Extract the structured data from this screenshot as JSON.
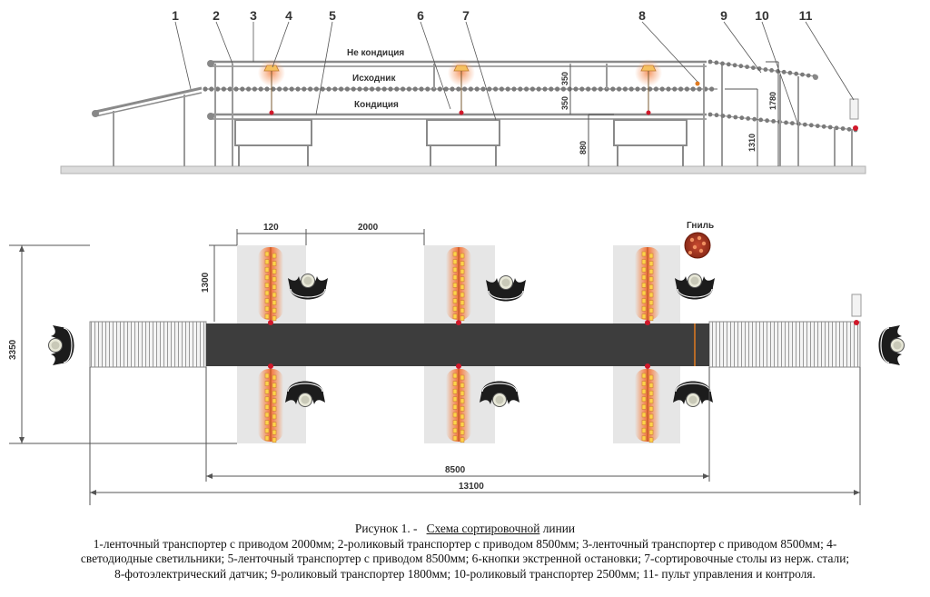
{
  "colors": {
    "line": "#8a8a8a",
    "dim": "#555555",
    "roller": "#7a7a7a",
    "belt": "#3d3d3d",
    "table": "#e6e6e6",
    "glow": "#f58a50",
    "led": "#ffd24a",
    "button": "#d0182a",
    "worker": "#1c1c1c"
  },
  "callouts": [
    "1",
    "2",
    "3",
    "4",
    "5",
    "6",
    "7",
    "8",
    "9",
    "10",
    "11"
  ],
  "side_view": {
    "label_top": "Не кондиция",
    "label_mid": "Исходник",
    "label_bottom": "Кондиция",
    "dim_350_a": "350",
    "dim_350_b": "350",
    "dim_1780": "1780",
    "dim_1310": "1310",
    "dim_880": "880"
  },
  "plan_view": {
    "dim_120": "120",
    "dim_2000": "2000",
    "dim_1300": "1300",
    "dim_3350": "3350",
    "dim_8500": "8500",
    "dim_13100": "13100",
    "rot_label": "Гниль"
  },
  "caption": {
    "prefix": "Рисунок 1. -",
    "title_underlined": "Схема сортировочной",
    "title_rest": "линии",
    "line1": "1-ленточный транспортер с приводом 2000мм; 2-роликовый транспортер с приводом 8500мм; 3-ленточный транспортер с приводом 8500мм;  4-",
    "line2": "светодиодные светильники; 5-ленточный транспортер с приводом 8500мм; 6-кнопки экстренной остановки; 7-сортировочные столы из нерж. стали;",
    "line3": "8-фотоэлектрический датчик; 9-роликовый транспортер 1800мм; 10-роликовый транспортер 2500мм; 11- пульт управления и контроля."
  }
}
